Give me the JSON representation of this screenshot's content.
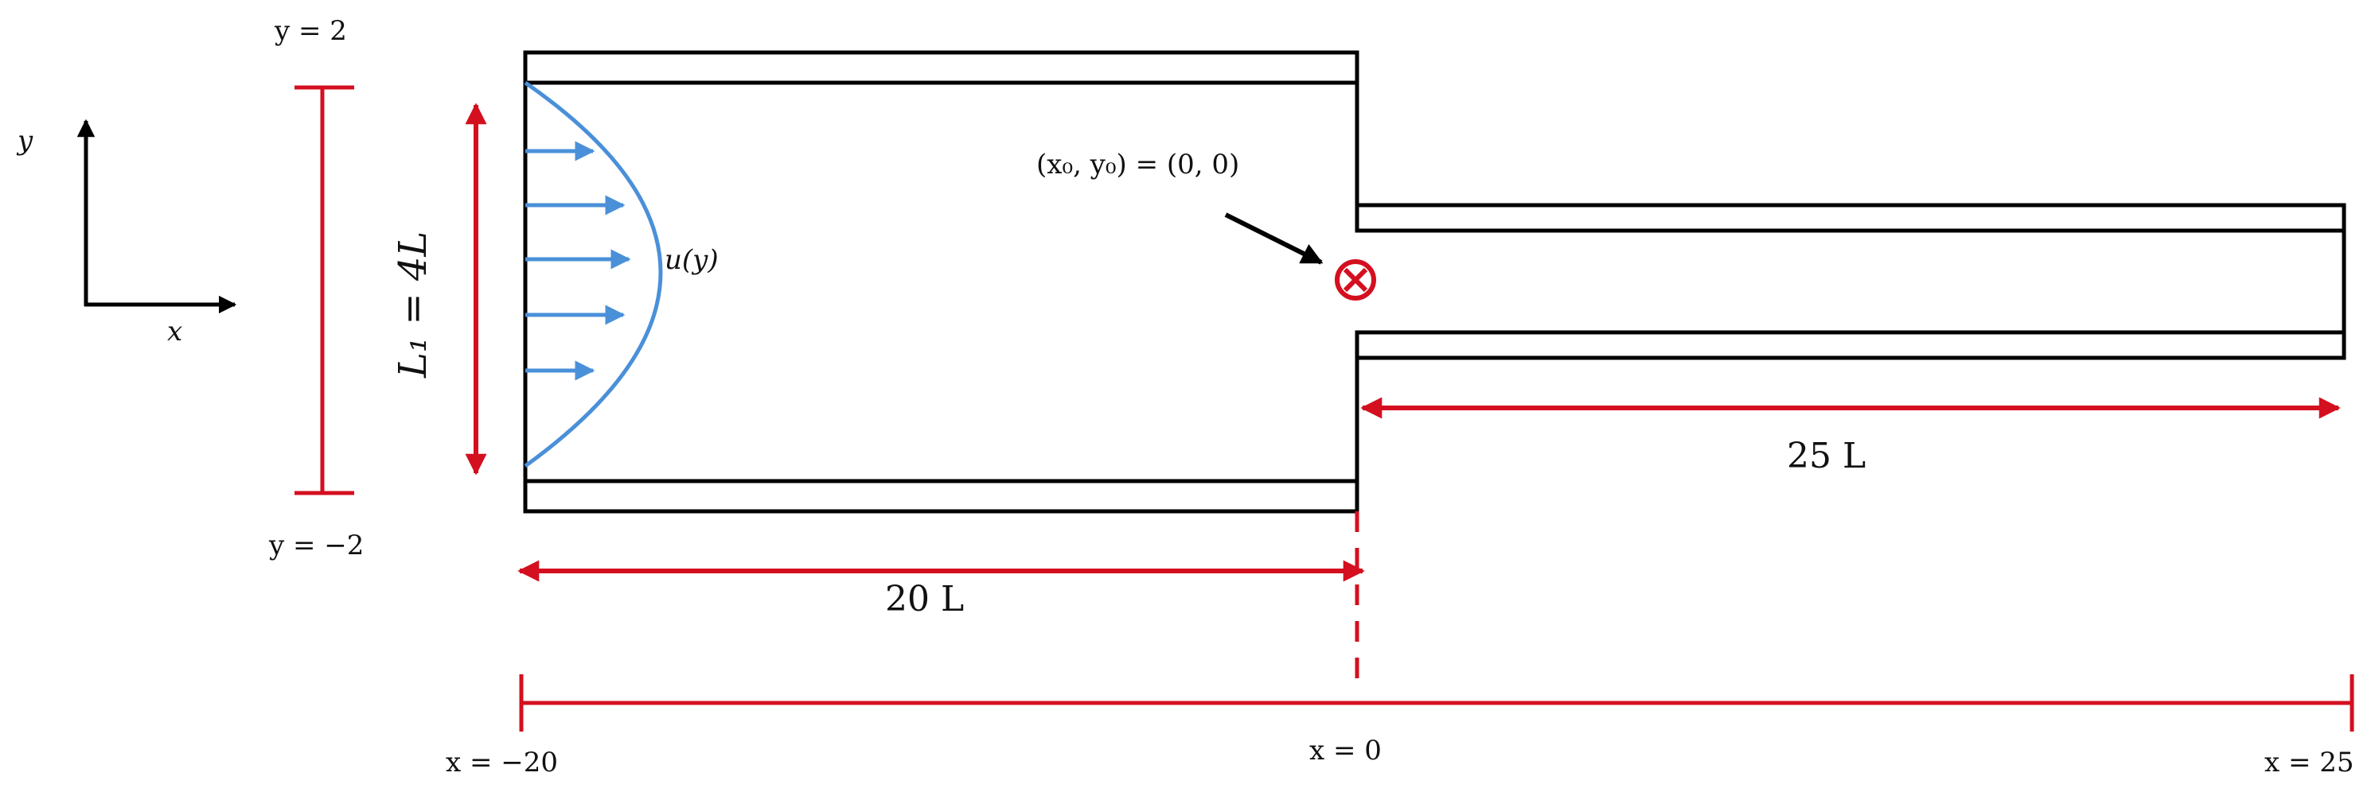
{
  "axes_glyph": {
    "y_label": "y",
    "x_label": "x"
  },
  "inlet": {
    "top_label": "y = 2",
    "bottom_label": "y = −2",
    "height_label": "L₁ = 4L",
    "profile_label": "u(y)"
  },
  "junction": {
    "origin_label": "(x₀, y₀) = (0, 0)"
  },
  "dimensions": {
    "upstream_length": "20 L",
    "downstream_length": "25 L"
  },
  "x_axis": {
    "left_label": "x = −20",
    "mid_label": "x = 0",
    "right_label": "x = 25"
  },
  "colors": {
    "red": "#d40f1f",
    "blue": "#4a90d9",
    "black": "#000000"
  }
}
